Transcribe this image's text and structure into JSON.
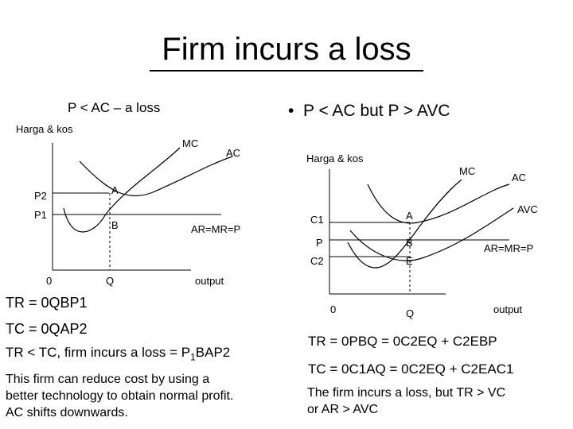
{
  "title": "Firm incurs a loss",
  "left": {
    "heading": "P < AC – a loss",
    "graph": {
      "y_axis_label": "Harga & kos",
      "curve_labels": {
        "mc": "MC",
        "ac": "AC",
        "ar": "AR=MR=P"
      },
      "price_labels": {
        "p2": "P2",
        "p1": "P1"
      },
      "points": {
        "a": "A",
        "b": "B"
      },
      "origin": "0",
      "q": "Q",
      "x_axis_label": "output"
    },
    "tr": "TR = 0QBP1",
    "tc": "TC = 0QAP2",
    "loss_prefix": "TR < TC, firm incurs a loss = P",
    "loss_sub": "1",
    "loss_suffix": "BAP2",
    "note": [
      "This firm can reduce cost by using a",
      "better technology  to obtain  normal profit.",
      "AC shifts downwards."
    ]
  },
  "right": {
    "heading": "P < AC but P > AVC",
    "graph": {
      "y_axis_label": "Harga & kos",
      "curve_labels": {
        "mc": "MC",
        "ac": "AC",
        "avc": "AVC",
        "ar": "AR=MR=P"
      },
      "price_labels": {
        "c1": "C1",
        "p": "P",
        "c2": "C2"
      },
      "points": {
        "a": "A",
        "b": "B",
        "e": "E"
      },
      "origin": "0",
      "q": "Q",
      "x_axis_label": "output"
    },
    "tr": "TR = 0PBQ = 0C2EQ + C2EBP",
    "tc": "TC = 0C1AQ = 0C2EQ + C2EAC1",
    "conclusion": [
      "The firm incurs a loss, but TR > VC",
      "or AR > AVC"
    ]
  }
}
